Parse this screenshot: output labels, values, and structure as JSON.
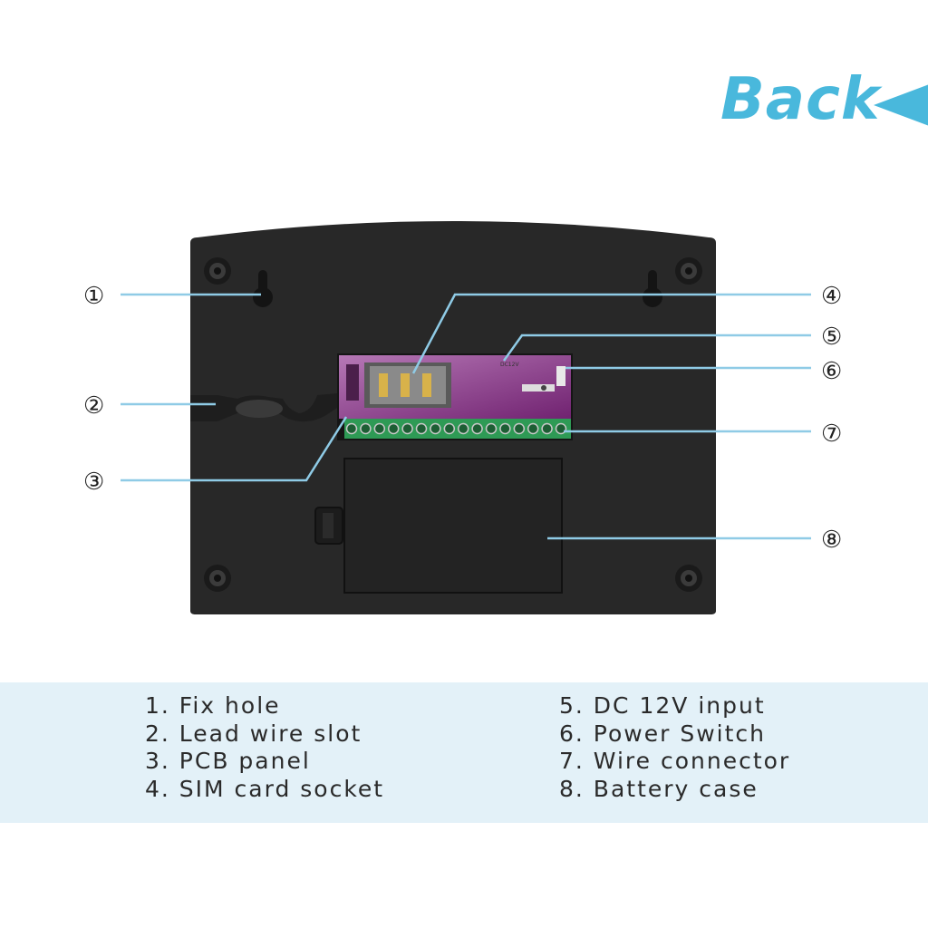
{
  "header": {
    "title": "Back",
    "accent_color": "#49b8dc",
    "arrow_icon": "triangle-left-icon"
  },
  "diagram": {
    "callouts": [
      {
        "id": 1,
        "marker": "①"
      },
      {
        "id": 2,
        "marker": "②"
      },
      {
        "id": 3,
        "marker": "③"
      },
      {
        "id": 4,
        "marker": "④"
      },
      {
        "id": 5,
        "marker": "⑤"
      },
      {
        "id": 6,
        "marker": "⑥"
      },
      {
        "id": 7,
        "marker": "⑦"
      },
      {
        "id": 8,
        "marker": "⑧"
      }
    ],
    "pcb_label": "DC12V",
    "leader_color": "#8fcbe6"
  },
  "legend": {
    "left": [
      "1. Fix hole",
      "2. Lead wire slot",
      "3. PCB panel",
      "4. SIM card socket"
    ],
    "right": [
      "5. DC 12V input",
      "6. Power Switch",
      "7. Wire connector",
      "8. Battery case"
    ],
    "background_color": "#e3f1f8"
  }
}
